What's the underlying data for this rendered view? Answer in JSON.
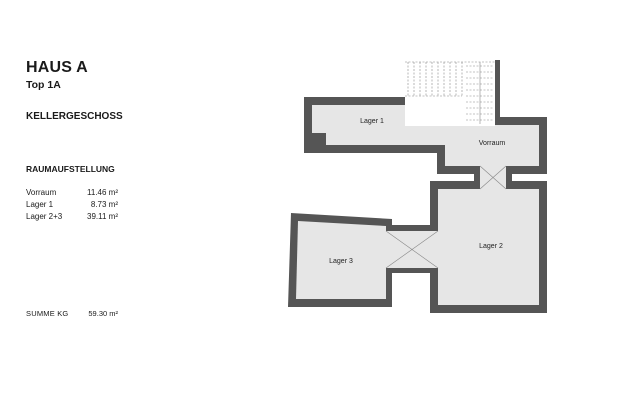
{
  "header": {
    "title": "HAUS A",
    "subtitle": "Top 1A",
    "floor": "KELLERGESCHOSS"
  },
  "schedule": {
    "heading": "RAUMAUFSTELLUNG",
    "rooms": [
      {
        "name": "Vorraum",
        "area": "11.46 m²"
      },
      {
        "name": "Lager 1",
        "area": "8.73 m²"
      },
      {
        "name": "Lager 2+3",
        "area": "39.11 m²"
      }
    ],
    "total_label": "SUMME KG",
    "total_area": "59.30 m²"
  },
  "plan": {
    "labels": {
      "lager1": "Lager 1",
      "vorraum": "Vorraum",
      "lager2": "Lager 2",
      "lager3": "Lager 3"
    },
    "colors": {
      "wall": "#555555",
      "floor": "#e6e6e6",
      "stair_line": "#888888"
    }
  }
}
